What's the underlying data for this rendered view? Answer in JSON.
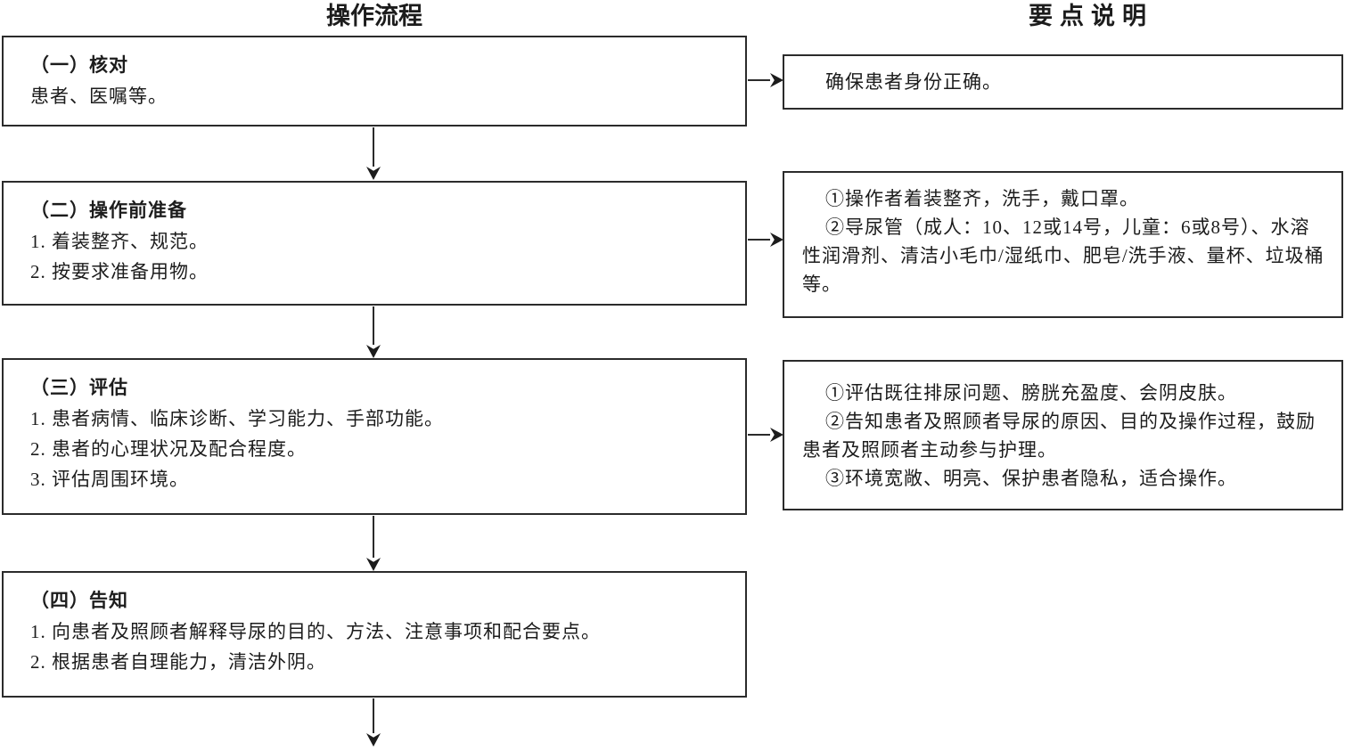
{
  "titles": {
    "flow": "操作流程",
    "notes": "要点说明"
  },
  "flow_steps": [
    {
      "heading": "（一）核对",
      "items": [
        "患者、医嘱等。"
      ]
    },
    {
      "heading": "（二）操作前准备",
      "items": [
        "1. 着装整齐、规范。",
        "2. 按要求准备用物。"
      ]
    },
    {
      "heading": "（三）评估",
      "items": [
        "1. 患者病情、临床诊断、学习能力、手部功能。",
        "2. 患者的心理状况及配合程度。",
        "3. 评估周围环境。"
      ]
    },
    {
      "heading": "（四）告知",
      "items": [
        "1. 向患者及照顾者解释导尿的目的、方法、注意事项和配合要点。",
        "2. 根据患者自理能力，清洁外阴。"
      ]
    }
  ],
  "notes": [
    {
      "paragraphs": [
        "确保患者身份正确。"
      ]
    },
    {
      "paragraphs": [
        "①操作者着装整齐，洗手，戴口罩。",
        "②导尿管（成人：10、12或14号，儿童：6或8号）、水溶性润滑剂、清洁小毛巾/湿纸巾、肥皂/洗手液、量杯、垃圾桶等。"
      ]
    },
    {
      "paragraphs": [
        "①评估既往排尿问题、膀胱充盈度、会阴皮肤。",
        "②告知患者及照顾者导尿的原因、目的及操作过程，鼓励患者及照顾者主动参与护理。",
        "③环境宽敞、明亮、保护患者隐私，适合操作。"
      ]
    }
  ],
  "colors": {
    "ink": "#1c1c1c",
    "border": "#2b2b2b",
    "background": "#ffffff"
  }
}
